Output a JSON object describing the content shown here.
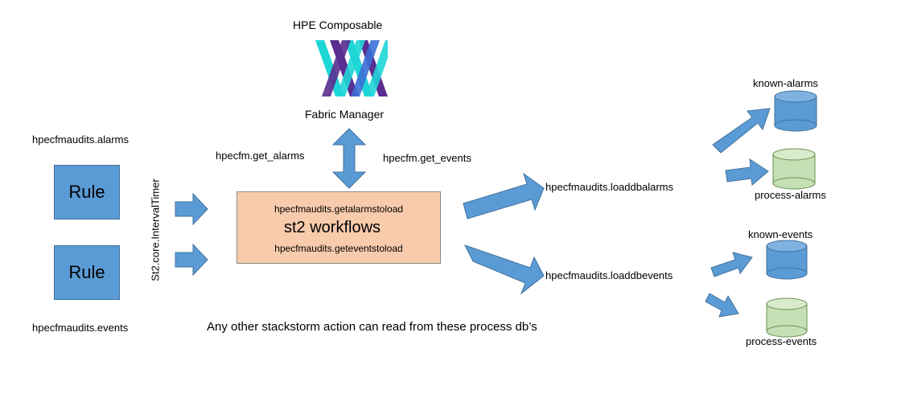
{
  "logo": {
    "title_top": "HPE Composable",
    "title_bottom": "Fabric Manager",
    "colors": [
      "#1fd6d6",
      "#5a2d91",
      "#3b6fd6"
    ]
  },
  "rules": {
    "alarms": {
      "name": "hpecfmaudits.alarms",
      "label": "Rule"
    },
    "events": {
      "name": "hpecfmaudits.events",
      "label": "Rule"
    }
  },
  "trigger_label": "St2.core.IntervalTimer",
  "api_labels": {
    "get_alarms": "hpecfm.get_alarms",
    "get_events": "hpecfm.get_events"
  },
  "workflow": {
    "line1": "hpecfmaudits.getalarmstoload",
    "title": "st2 workflows",
    "line2": "hpecfmaudits.geteventstoload",
    "fill": "#f8cbad"
  },
  "loaders": {
    "alarms": "hpecfmaudits.loaddbalarms",
    "events": "hpecfmaudits.loaddbevents"
  },
  "databases": {
    "known_alarms": "known-alarms",
    "process_alarms": "process-alarms",
    "known_events": "known-events",
    "process_events": "process-events"
  },
  "footer_note": "Any other stackstorm action can read from these process db’s",
  "colors": {
    "blue": "#5b9bd5",
    "blue_border": "#41719c",
    "green": "#c5e0b4",
    "green_border": "#6a8f52"
  }
}
